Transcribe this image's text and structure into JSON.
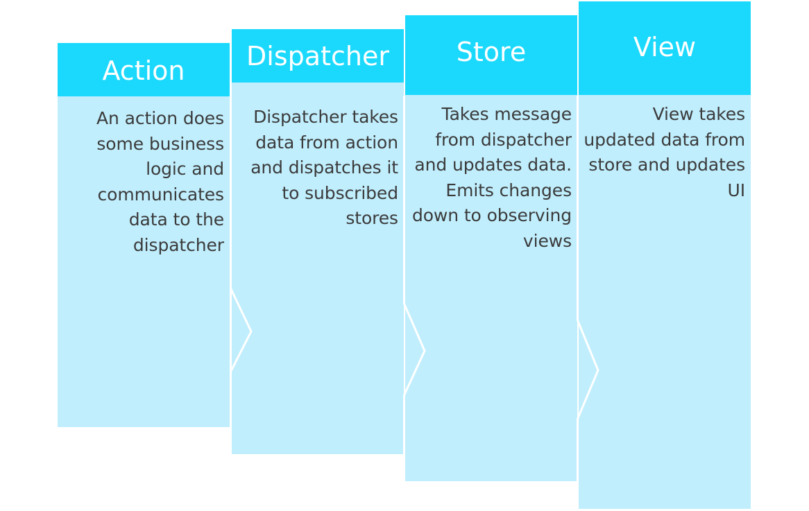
{
  "stages": [
    {
      "title": "Action",
      "description": "An action does some business logic and communicates data to the dispatcher"
    },
    {
      "title": "Dispatcher",
      "description": "Dispatcher takes data from action and dispatches it to subscribed stores"
    },
    {
      "title": "Store",
      "description": "Takes message from dispatcher and updates data. Emits changes down to observing views"
    },
    {
      "title": "View",
      "description": "View takes updated data from store and updates UI"
    }
  ],
  "colors": {
    "header": "#1bd9fc",
    "body": "#c0eefd",
    "header_text": "#ffffff",
    "body_text": "#3b3b3b",
    "separator": "#ffffff"
  }
}
